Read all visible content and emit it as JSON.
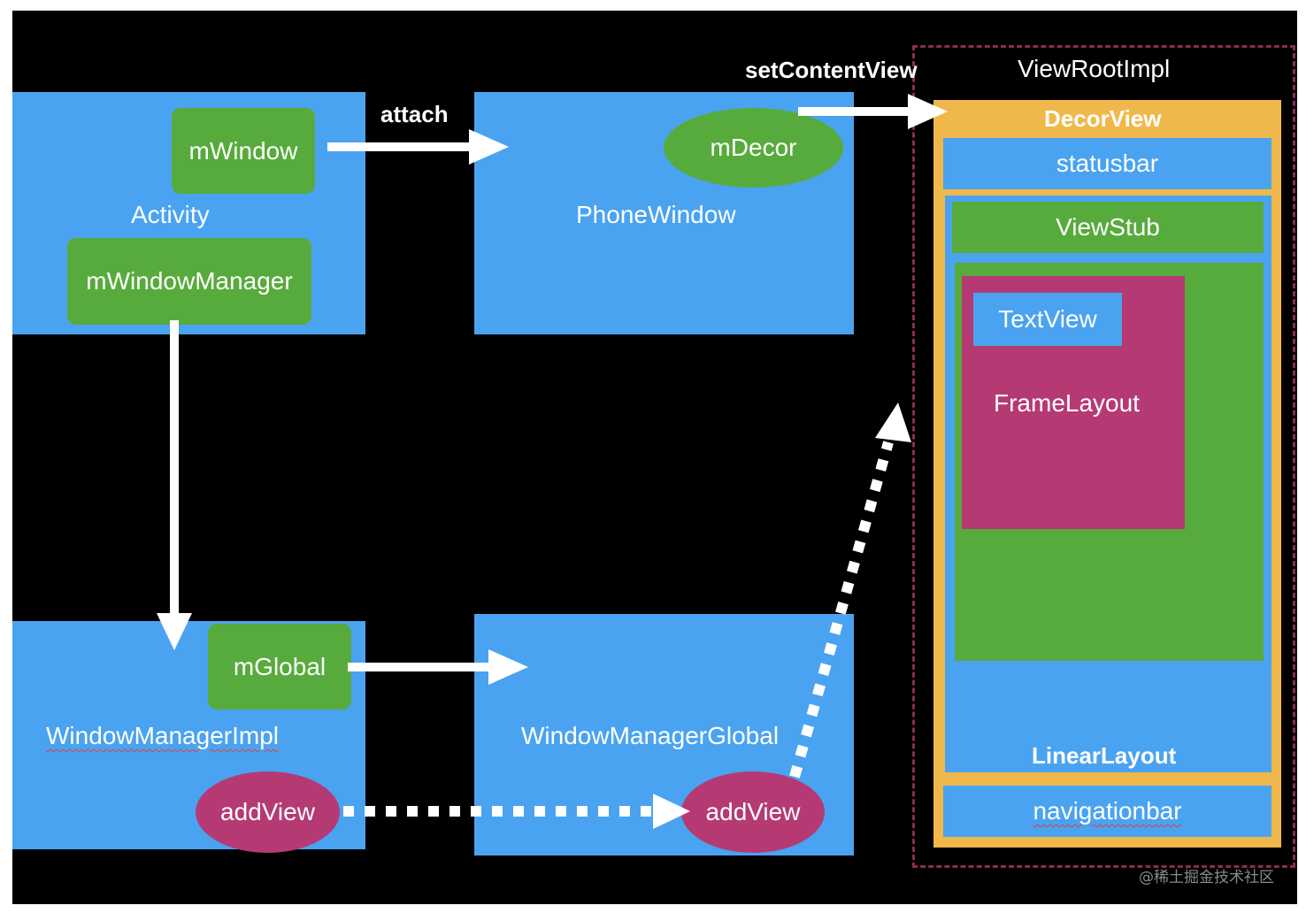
{
  "activity": {
    "label": "Activity",
    "m_window": "mWindow",
    "m_window_manager": "mWindowManager"
  },
  "phone_window": {
    "label": "PhoneWindow",
    "m_decor": "mDecor"
  },
  "window_manager_impl": {
    "label": "WindowManagerImpl",
    "m_global": "mGlobal",
    "add_view": "addView"
  },
  "window_manager_global": {
    "label": "WindowManagerGlobal",
    "add_view": "addView"
  },
  "arrows": {
    "attach": "attach",
    "set_content_view": "setContentView"
  },
  "view_root_impl": {
    "label": "ViewRootImpl",
    "decor_view": "DecorView",
    "statusbar": "statusbar",
    "view_stub": "ViewStub",
    "text_view": "TextView",
    "frame_layout": "FrameLayout",
    "linear_layout": "LinearLayout",
    "navigationbar": "navigationbar"
  },
  "watermark": "@稀土掘金技术社区",
  "colors": {
    "background": "#000000",
    "blue": "#4aa3f0",
    "green": "#57ab3c",
    "magenta": "#b53a74",
    "orange": "#f0b84a",
    "dashed_border": "#8a2a55",
    "arrow": "#ffffff"
  }
}
